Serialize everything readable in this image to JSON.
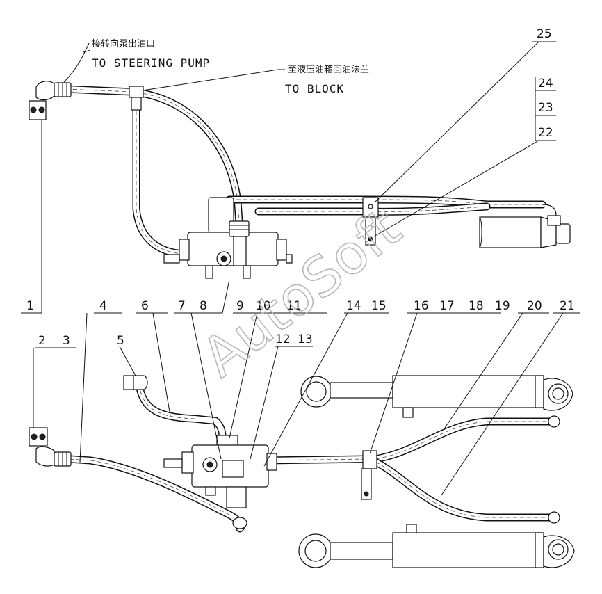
{
  "annotations": {
    "steering_pump_cn": "接转向泵出油口",
    "steering_pump_en": "TO STEERING PUMP",
    "block_cn": "至液压油箱回油法兰",
    "block_en": "TO BLOCK"
  },
  "watermark": "AutoSoft",
  "part_labels": {
    "p1": "1",
    "p2": "2",
    "p3": "3",
    "p4": "4",
    "p5": "5",
    "p6": "6",
    "p7": "7",
    "p8": "8",
    "p9": "9",
    "p10": "10",
    "p11": "11",
    "p12": "12",
    "p13": "13",
    "p14": "14",
    "p15": "15",
    "p16": "16",
    "p17": "17",
    "p18": "18",
    "p19": "19",
    "p20": "20",
    "p21": "21",
    "p22": "22",
    "p23": "23",
    "p24": "24",
    "p25": "25"
  },
  "colors": {
    "ink": "#111111",
    "watermark": "#b8b8b8",
    "paper": "#ffffff"
  }
}
